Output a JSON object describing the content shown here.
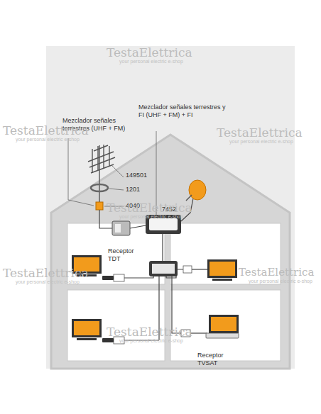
{
  "diagram": {
    "labels": [
      "TestaElettrica",
      "your personal electric e-shop",
      "Mezclador señales terrestres (UHF + FM)",
      "Mezclador señales terrestres y FI (UHF + FM) + FI",
      "149501",
      "1201",
      "7452",
      "4040",
      "TestaElettrica",
      "your personal electric e-shop",
      "TestaElettrica",
      "your personal electric e-shop",
      "TestaElettrica",
      "your personal electric e-shop",
      "Receptor TDT",
      "TestaElettrica",
      "your personal electric e-shop",
      "TestaElettrica",
      "your personal electric e-shop",
      "TestaElettrica",
      "your personal electric e-shop",
      "Receptor TVSAT"
    ]
  }
}
